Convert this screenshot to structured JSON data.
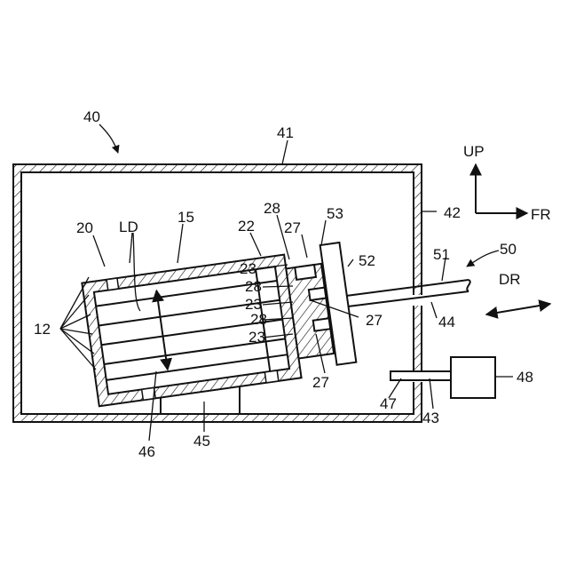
{
  "labels": {
    "l40": "40",
    "l41": "41",
    "l42": "42",
    "l43": "43",
    "l44": "44",
    "l45": "45",
    "l46": "46",
    "l47": "47",
    "l48": "48",
    "l50": "50",
    "l51": "51",
    "l52": "52",
    "l53": "53",
    "l15": "15",
    "l12": "12",
    "l20": "20",
    "l22": "22",
    "l28a": "28",
    "l28b": "28",
    "l28c": "28",
    "l27a": "27",
    "l27b": "27",
    "l27c": "27",
    "l23a": "23",
    "l23b": "23",
    "l23c": "23",
    "ld": "LD",
    "dr": "DR",
    "up": "UP",
    "fr": "FR"
  }
}
